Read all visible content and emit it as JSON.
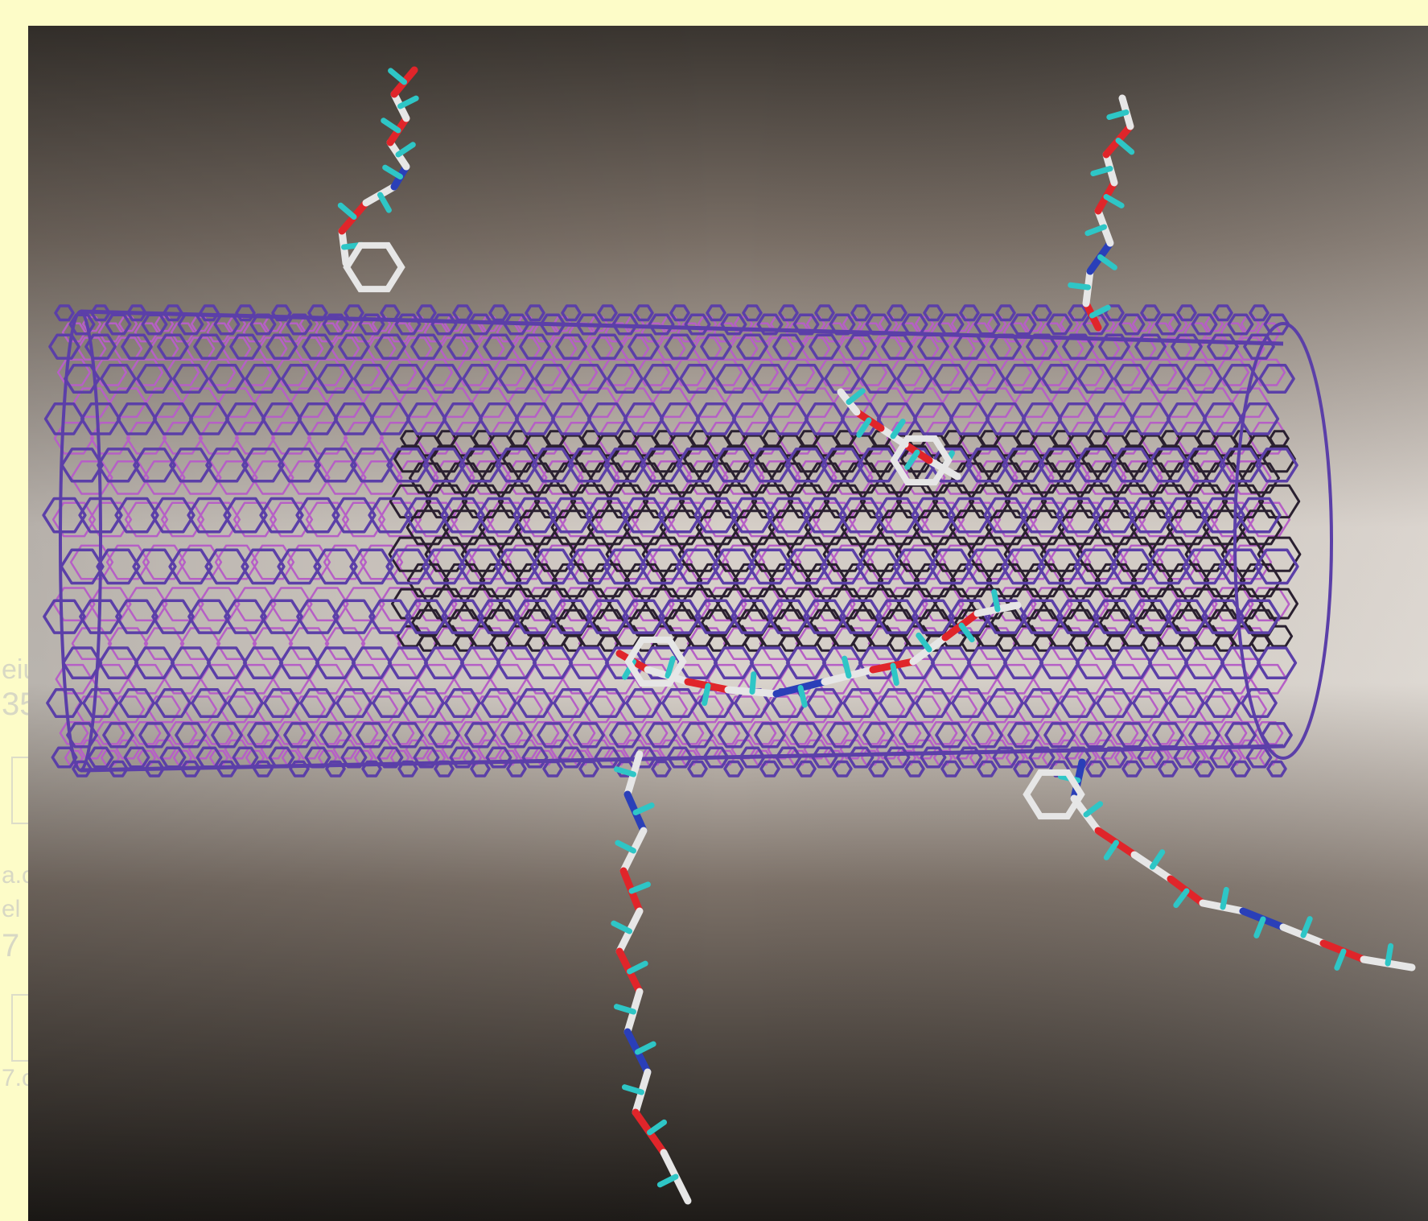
{
  "image": {
    "subject": "nanotube-molecular-model-icon",
    "colors": {
      "page_background": "#fdfcc8",
      "tube_lattice": "#5b3fa8",
      "tube_back_lattice": "#b65fc6",
      "carbon": "#e6e6e6",
      "hydrogen": "#2ec6c6",
      "oxygen": "#e0252a",
      "nitrogen": "#2a3fb8",
      "backdrop_light": "#d9d3cc",
      "backdrop_dark": "#2a2622"
    }
  },
  "side_fragments": [
    "eiu",
    "35",
    "a.c",
    "el",
    "7",
    "7.c"
  ]
}
